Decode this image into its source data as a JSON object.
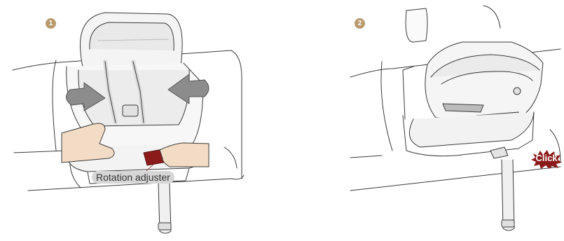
{
  "steps": [
    {
      "number": "1",
      "label": "Rotation adjuster"
    },
    {
      "number": "2",
      "action_text": "Click"
    }
  ],
  "colors": {
    "line": "#3a3a3a",
    "step_badge": "#b89a6e",
    "accent": "#8b1a1a",
    "arrow": "#8c8c8c",
    "hand": "#f3dcc6"
  }
}
